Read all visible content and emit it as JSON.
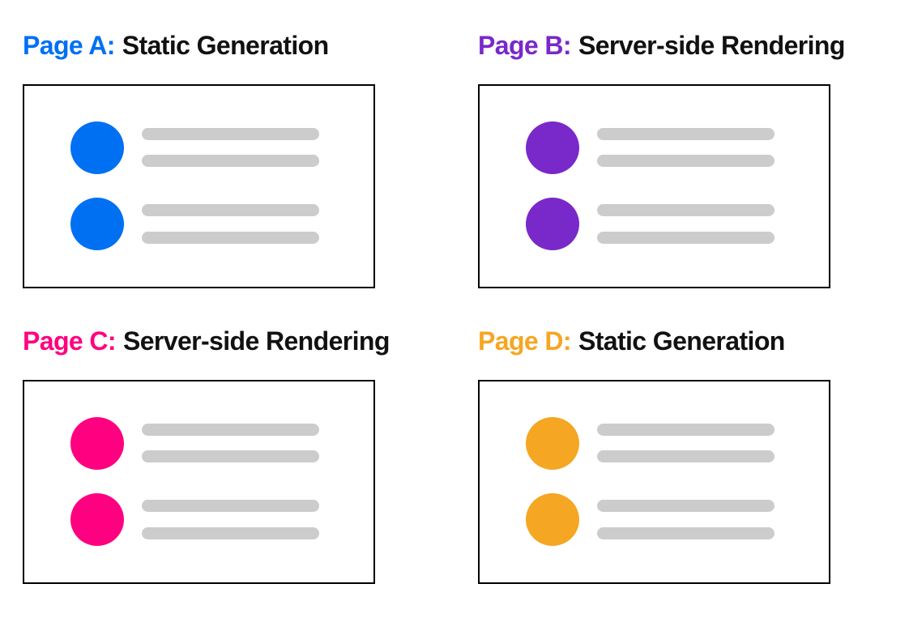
{
  "panels": [
    {
      "id": "A",
      "prefix": "Page A:",
      "title": "Static Generation",
      "accent": "#0070F3"
    },
    {
      "id": "B",
      "prefix": "Page B:",
      "title": "Server-side Rendering",
      "accent": "#7928CA"
    },
    {
      "id": "C",
      "prefix": "Page C:",
      "title": "Server-side Rendering",
      "accent": "#FF0080"
    },
    {
      "id": "D",
      "prefix": "Page D:",
      "title": "Static Generation",
      "accent": "#F5A623"
    }
  ],
  "colors": {
    "skeleton_bar": "#CCCCCC",
    "box_border": "#000000",
    "background": "#FFFFFF",
    "title_text": "#111111"
  }
}
